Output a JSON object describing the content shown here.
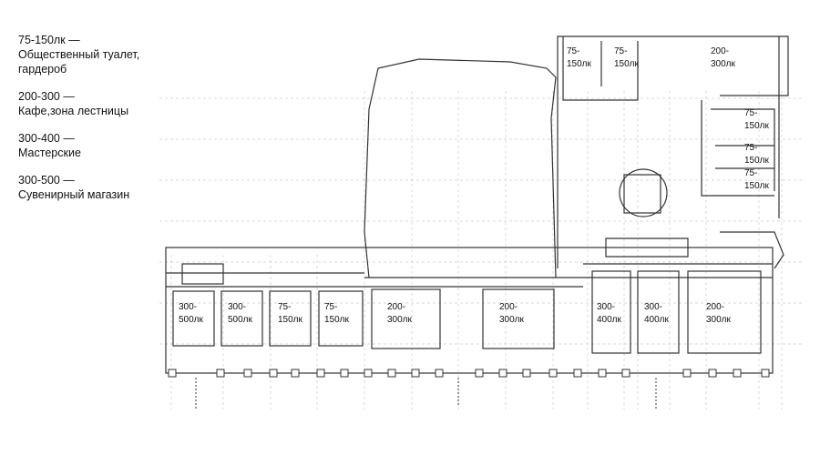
{
  "legend": [
    {
      "range": "75-150лк —",
      "desc": "Общественный туалет,\nгардероб"
    },
    {
      "range": "200-300 —",
      "desc": "Кафе,зона лестницы"
    },
    {
      "range": "300-400 —",
      "desc": "Мастерские"
    },
    {
      "range": "300-500 —",
      "desc": "Сувенирный магазин"
    }
  ],
  "rooms": [
    {
      "label": "75-\n150лк"
    },
    {
      "label": "75-\n150лк"
    },
    {
      "label": "200-\n300лк"
    },
    {
      "label": "75-\n150лк"
    },
    {
      "label": "75-\n150лк"
    },
    {
      "label": "75-\n150лк"
    },
    {
      "label": "300-\n500лк"
    },
    {
      "label": "300-\n500лк"
    },
    {
      "label": "75-\n150лк"
    },
    {
      "label": "75-\n150лк"
    },
    {
      "label": "200-\n300лк"
    },
    {
      "label": "200-\n300лк"
    },
    {
      "label": "300-\n400лк"
    },
    {
      "label": "300-\n400лк"
    },
    {
      "label": "200-\n300лк"
    }
  ],
  "colors": {
    "wall": "#333333",
    "grid": "#cccccc"
  }
}
